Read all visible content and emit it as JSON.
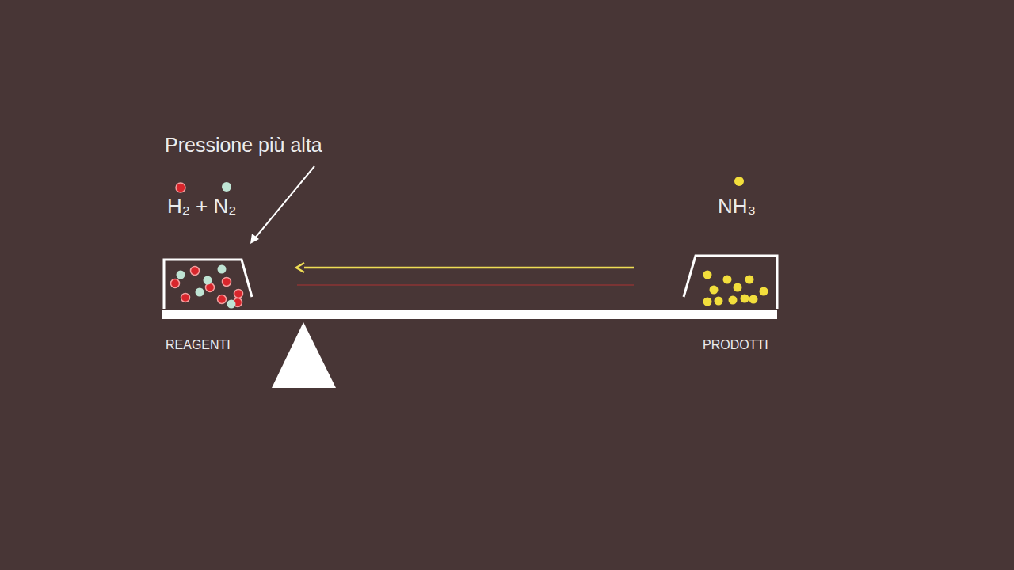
{
  "diagram": {
    "labels": [
      "Pressione più alta",
      "H₂ + N₂",
      "NH₃",
      "REAGENTI",
      "PRODOTTI"
    ]
  }
}
